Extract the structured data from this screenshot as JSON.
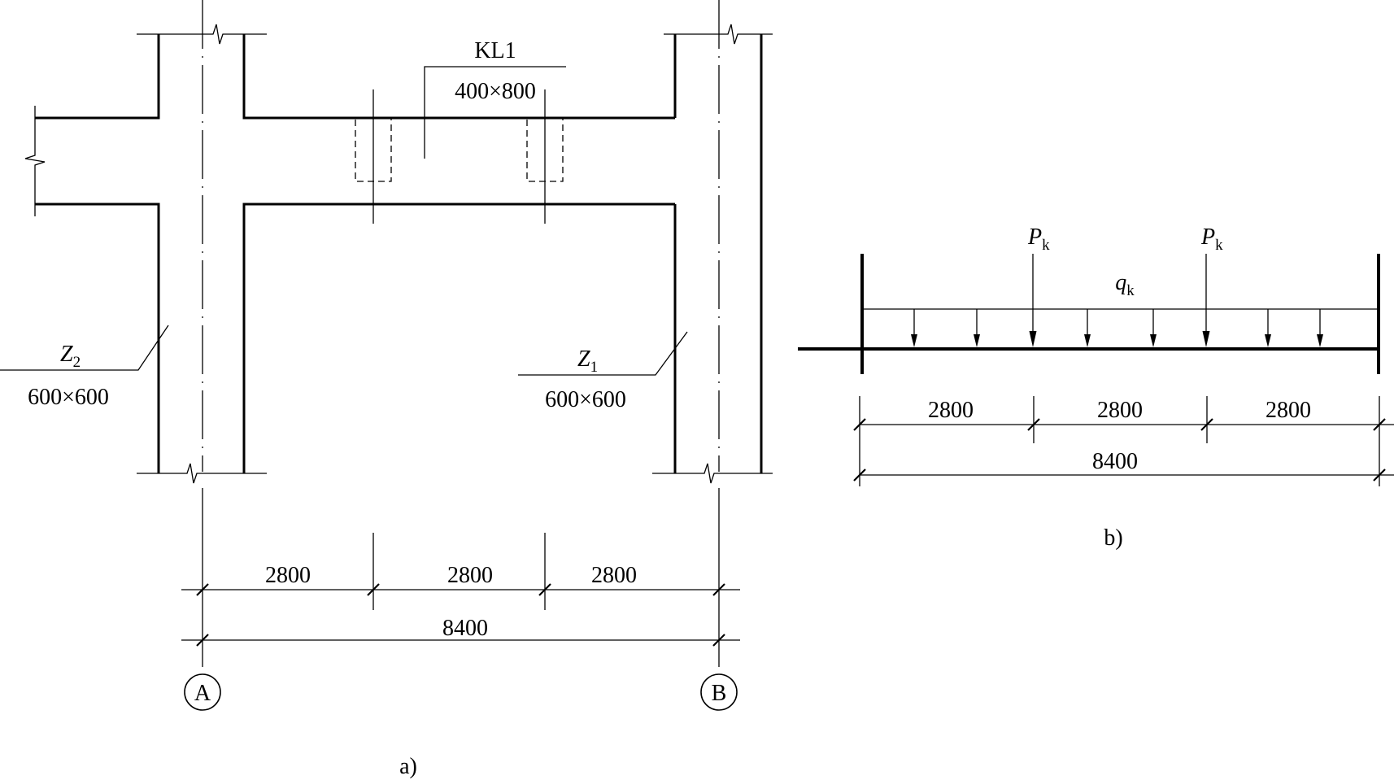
{
  "plan": {
    "beam_label": "KL1",
    "beam_size": "400×800",
    "column_left_label": "Z",
    "column_left_sub": "2",
    "column_left_size": "600×600",
    "column_right_label": "Z",
    "column_right_sub": "1",
    "column_right_size": "600×600",
    "dims": [
      "2800",
      "2800",
      "2800"
    ],
    "total_dim": "8400",
    "axis_a": "A",
    "axis_b": "B",
    "caption": "a)"
  },
  "model": {
    "point_load_label": "P",
    "point_load_sub": "k",
    "distributed_load_label": "q",
    "distributed_load_sub": "k",
    "dims": [
      "2800",
      "2800",
      "2800"
    ],
    "total_dim": "8400",
    "caption": "b)"
  }
}
